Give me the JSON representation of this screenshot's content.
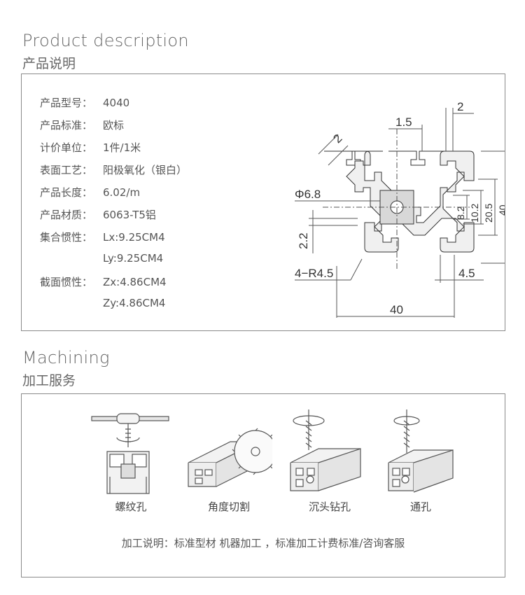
{
  "product": {
    "title_en": "Product description",
    "title_cn": "产品说明",
    "specs": [
      {
        "label": "产品型号：",
        "value": "4040"
      },
      {
        "label": "产品标准：",
        "value": "欧标"
      },
      {
        "label": "计价单位：",
        "value": "1件/1米"
      },
      {
        "label": "表面工艺：",
        "value": "阳极氧化（银白）"
      },
      {
        "label": "产品长度：",
        "value": "6.02/m"
      },
      {
        "label": "产品材质：",
        "value": "6063-T5铝"
      },
      {
        "label": "集合惯性：",
        "value": "Lx:9.25CM4"
      },
      {
        "label": "",
        "value": "Ly:9.25CM4"
      },
      {
        "label": "截面惯性：",
        "value": "Zx:4.86CM4"
      },
      {
        "label": "",
        "value": "Zy:4.86CM4"
      }
    ],
    "drawing": {
      "dim_slot_top": "2",
      "dim_slot_width": "1.5",
      "dim_diag": "2",
      "dim_hole": "Φ6.8",
      "dim_2_2": "2.2",
      "dim_radius": "4−R4.5",
      "dim_4_5": "4.5",
      "dim_8_2": "8.2",
      "dim_10_2": "10.2",
      "dim_20_5": "20.5",
      "dim_height": "40",
      "dim_width": "40"
    }
  },
  "machining": {
    "title_en": "Machining",
    "title_cn": "加工服务",
    "processes": [
      {
        "name": "螺纹孔",
        "icon": "tapping-icon"
      },
      {
        "name": "角度切割",
        "icon": "saw-cut-icon"
      },
      {
        "name": "沉头钻孔",
        "icon": "countersink-drill-icon"
      },
      {
        "name": "通孔",
        "icon": "through-hole-drill-icon"
      }
    ],
    "note": "加工说明：标准型材 机器加工 ，标准加工计费标准/咨询客服"
  }
}
